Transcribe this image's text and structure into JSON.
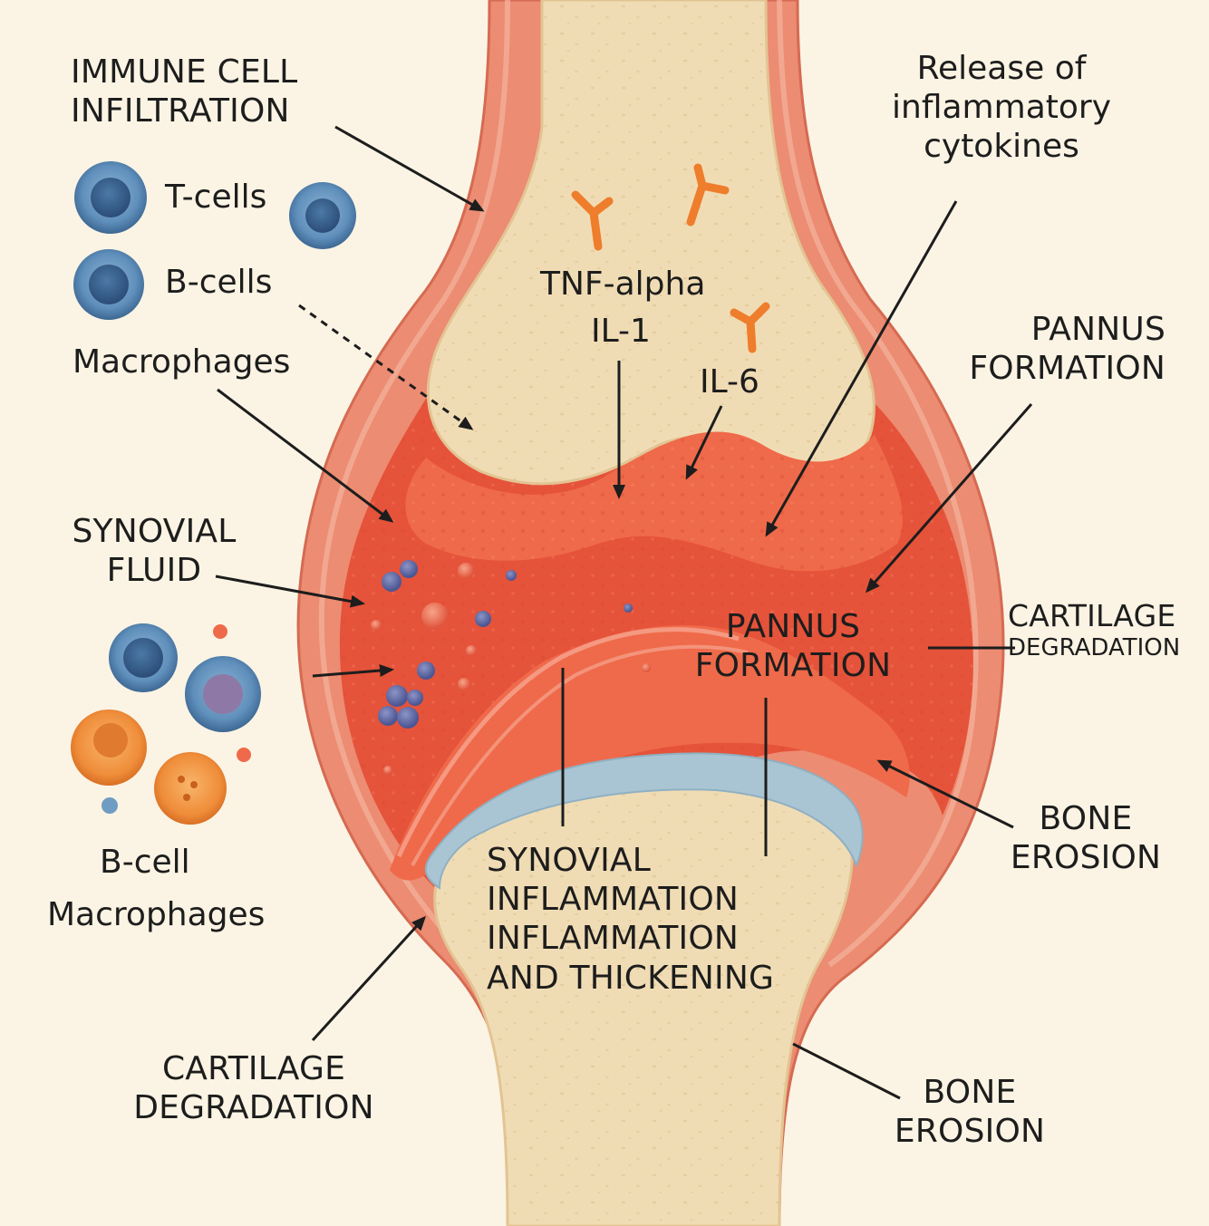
{
  "title": "",
  "colors": {
    "background": "#fbf4e4",
    "bone": "#f0dcb4",
    "capsule": "#ec8c72",
    "synovium": "#e5533a",
    "pannus": "#ef6a4a",
    "cartilage": "#a9c5d3",
    "cytokine": "#ee7d2c",
    "lymphocyte": "#4f7fa8",
    "macrophage": "#f0913e"
  },
  "icons": {
    "t_cell": "round-blue-cell-icon",
    "b_cell": "round-blue-cell-icon",
    "macrophage": "orange-granular-cell-icon",
    "cytokine": "y-shaped-molecule-icon"
  },
  "labels": {
    "immune_cell_infiltration": [
      "IMMUNE CELL",
      "INFILTRATION"
    ],
    "t_cells": "T-cells",
    "b_cells": "B-cells",
    "macrophages": "Macrophages",
    "synovial_fluid": [
      "SYNOVIAL",
      "FLUID"
    ],
    "b_cell_lower": "B-cell",
    "macrophages_lower": "Macrophages",
    "cartilage_degradation_bottom": [
      "CARTILAGE",
      "DEGRADATION"
    ],
    "release_cytokines": [
      "Release of",
      "inflammatory",
      "cytokines"
    ],
    "tnf_alpha": "TNF-alpha",
    "il_1": "IL-1",
    "il_6": "IL-6",
    "pannus_formation_right": [
      "PANNUS",
      "FORMATION"
    ],
    "pannus_formation_center": [
      "PANNUS",
      "FORMATION"
    ],
    "cartilage_degradation_right": [
      "CARTILAGE",
      "DEGRADATION"
    ],
    "bone_erosion_right": [
      "BONE",
      "EROSION"
    ],
    "synovial_inflammation": [
      "SYNOVIAL",
      "INFLAMMATION",
      "INFLAMMATION",
      "AND THICKENING"
    ],
    "bone_erosion_bottom": [
      "BONE",
      "EROSION"
    ]
  }
}
